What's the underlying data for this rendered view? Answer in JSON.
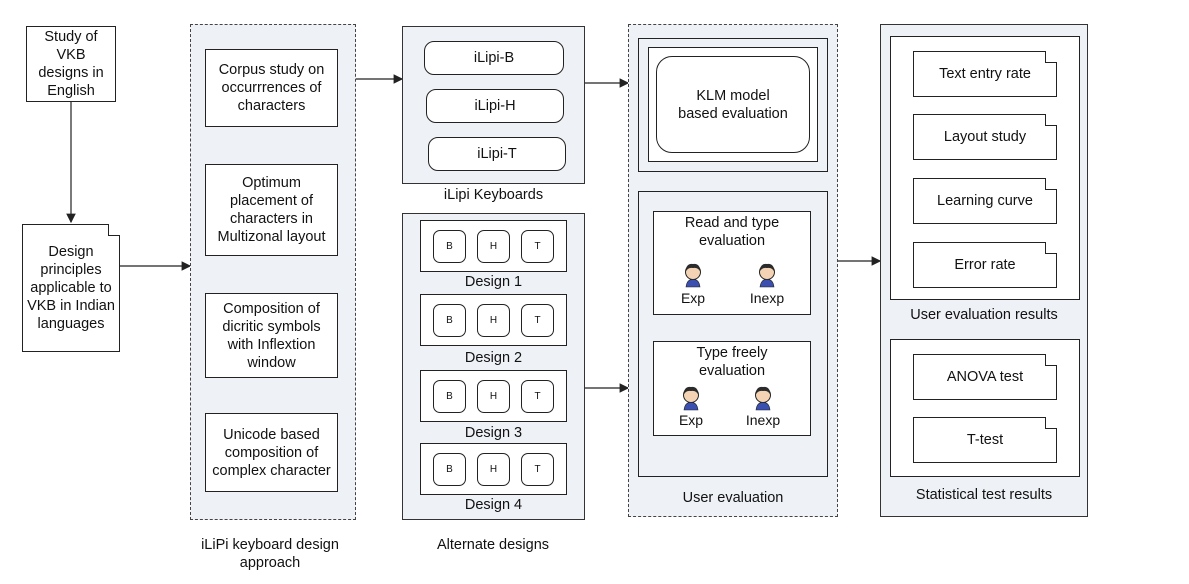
{
  "study_box": "Study of VKB designs in English",
  "principles_doc": "Design principles applicable to VKB in Indian languages",
  "approach": {
    "caption": "iLiPi keyboard design approach",
    "steps": [
      "Corpus study on occurrrences of characters",
      "Optimum placement of characters in Multizonal layout",
      "Composition of dicritic symbols with Inflextion window",
      "Unicode based composition of complex character"
    ]
  },
  "keyboards": {
    "caption": "iLipi Keyboards",
    "items": [
      "iLipi-B",
      "iLipi-H",
      "iLipi-T"
    ]
  },
  "alternate": {
    "caption": "Alternate designs",
    "keys": [
      "B",
      "H",
      "T"
    ],
    "designs": [
      "Design 1",
      "Design 2",
      "Design 3",
      "Design 4"
    ]
  },
  "klm_box": "KLM model based evaluation",
  "user_eval": {
    "caption": "User evaluation",
    "read_type": "Read and type evaluation",
    "type_freely": "Type freely evaluation",
    "exp": "Exp",
    "inexp": "Inexp"
  },
  "user_results": {
    "caption": "User evaluation results",
    "items": [
      "Text entry rate",
      "Layout study",
      "Learning curve",
      "Error rate"
    ]
  },
  "stat_results": {
    "caption": "Statistical test results",
    "items": [
      "ANOVA test",
      "T-test"
    ]
  },
  "colors": {
    "panel": "#eef1f6",
    "line": "#222222",
    "hair": "#2b2b2b",
    "shirt": "#3a4fb0"
  }
}
